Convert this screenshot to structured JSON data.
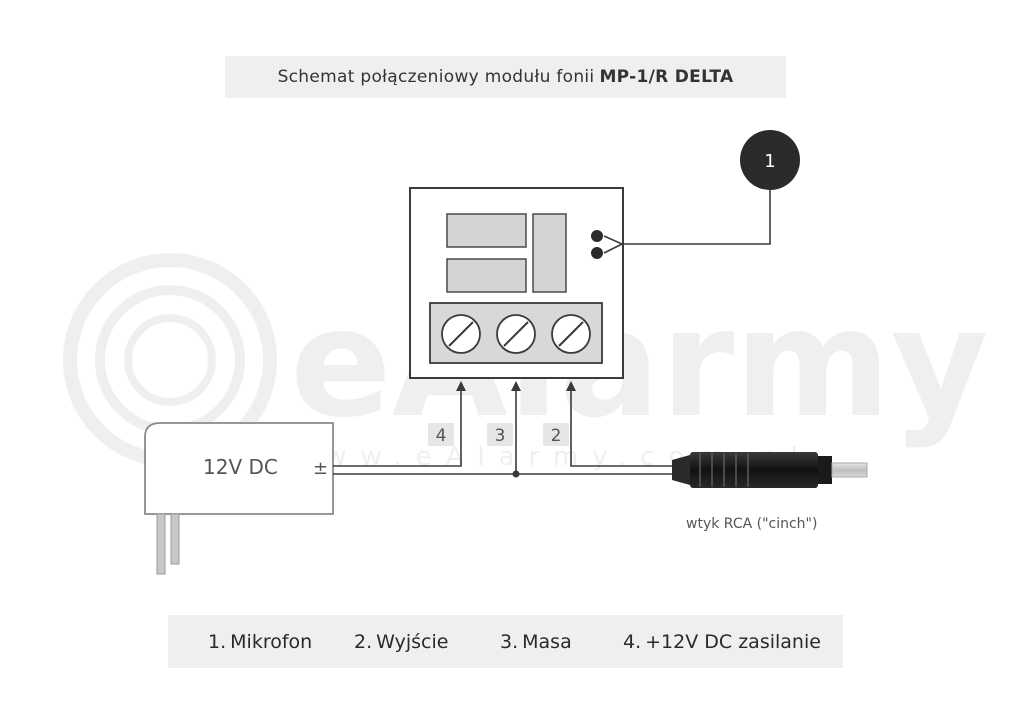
{
  "title": {
    "normal": "Schemat połączeniowy modułu fonii",
    "bold": "MP-1/R DELTA"
  },
  "watermark": {
    "main": "eAlarmy",
    "url": "www.eAlarmy.com.pl"
  },
  "power_supply": {
    "label": "12V DC",
    "polarity": "±"
  },
  "callout": {
    "number": "1"
  },
  "wire_numbers": [
    "4",
    "3",
    "2"
  ],
  "rca": {
    "label": "wtyk RCA (\"cinch\")"
  },
  "legend": [
    {
      "num": "1.",
      "text": "Mikrofon"
    },
    {
      "num": "2.",
      "text": "Wyjście"
    },
    {
      "num": "3.",
      "text": "Masa"
    },
    {
      "num": "4.",
      "text": "+12V DC zasilanie"
    }
  ],
  "colors": {
    "line": "#3a3a3a",
    "box_fill": "#d4d4d4",
    "band": "#efefef",
    "callout": "#2b2b2b",
    "plug": "#1e1e1e"
  }
}
